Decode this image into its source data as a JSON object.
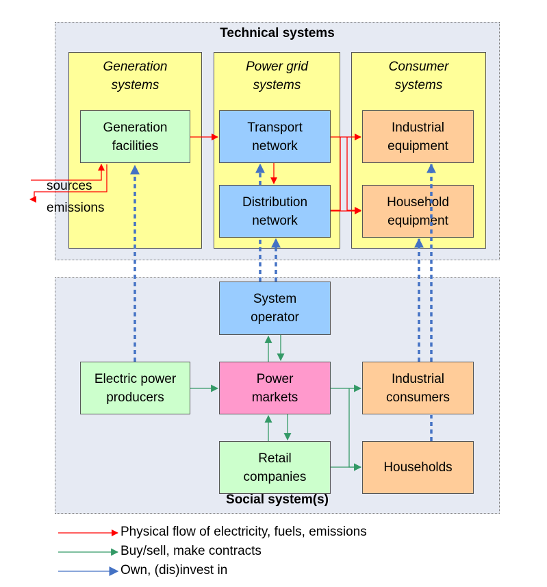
{
  "regions": {
    "technical": "Technical systems",
    "social": "Social system(s)"
  },
  "columns": {
    "generation": "Generation\nsystems",
    "grid": "Power grid\nsystems",
    "consumer": "Consumer\nsystems"
  },
  "nodes": {
    "generation_facilities": "Generation\nfacilities",
    "transport_network": "Transport\nnetwork",
    "distribution_network": "Distribution\nnetwork",
    "industrial_equipment": "Industrial\nequipment",
    "household_equipment": "Household\nequipment",
    "system_operator": "System\noperator",
    "electric_power_producers": "Electric power\nproducers",
    "power_markets": "Power\nmarkets",
    "industrial_consumers": "Industrial\nconsumers",
    "retail_companies": "Retail\ncompanies",
    "households": "Households"
  },
  "side_labels": {
    "sources": "sources",
    "emissions": "emissions"
  },
  "legend": [
    {
      "label": "Physical flow of electricity, fuels, emissions",
      "color": "#ff0000"
    },
    {
      "label": "Buy/sell, make contracts",
      "color": "#339966"
    },
    {
      "label": "Own, (dis)invest in",
      "color": "#4472c4"
    }
  ],
  "colors": {
    "physical": "#ff0000",
    "market": "#339966",
    "ownership": "#4472c4",
    "technical_node": "#99ccff",
    "generation_node": "#ccffcc",
    "consumer_node": "#ffcc99",
    "market_node": "#ff99cc",
    "column_fill": "#ffff99",
    "region_fill": "#e6eaf3"
  }
}
